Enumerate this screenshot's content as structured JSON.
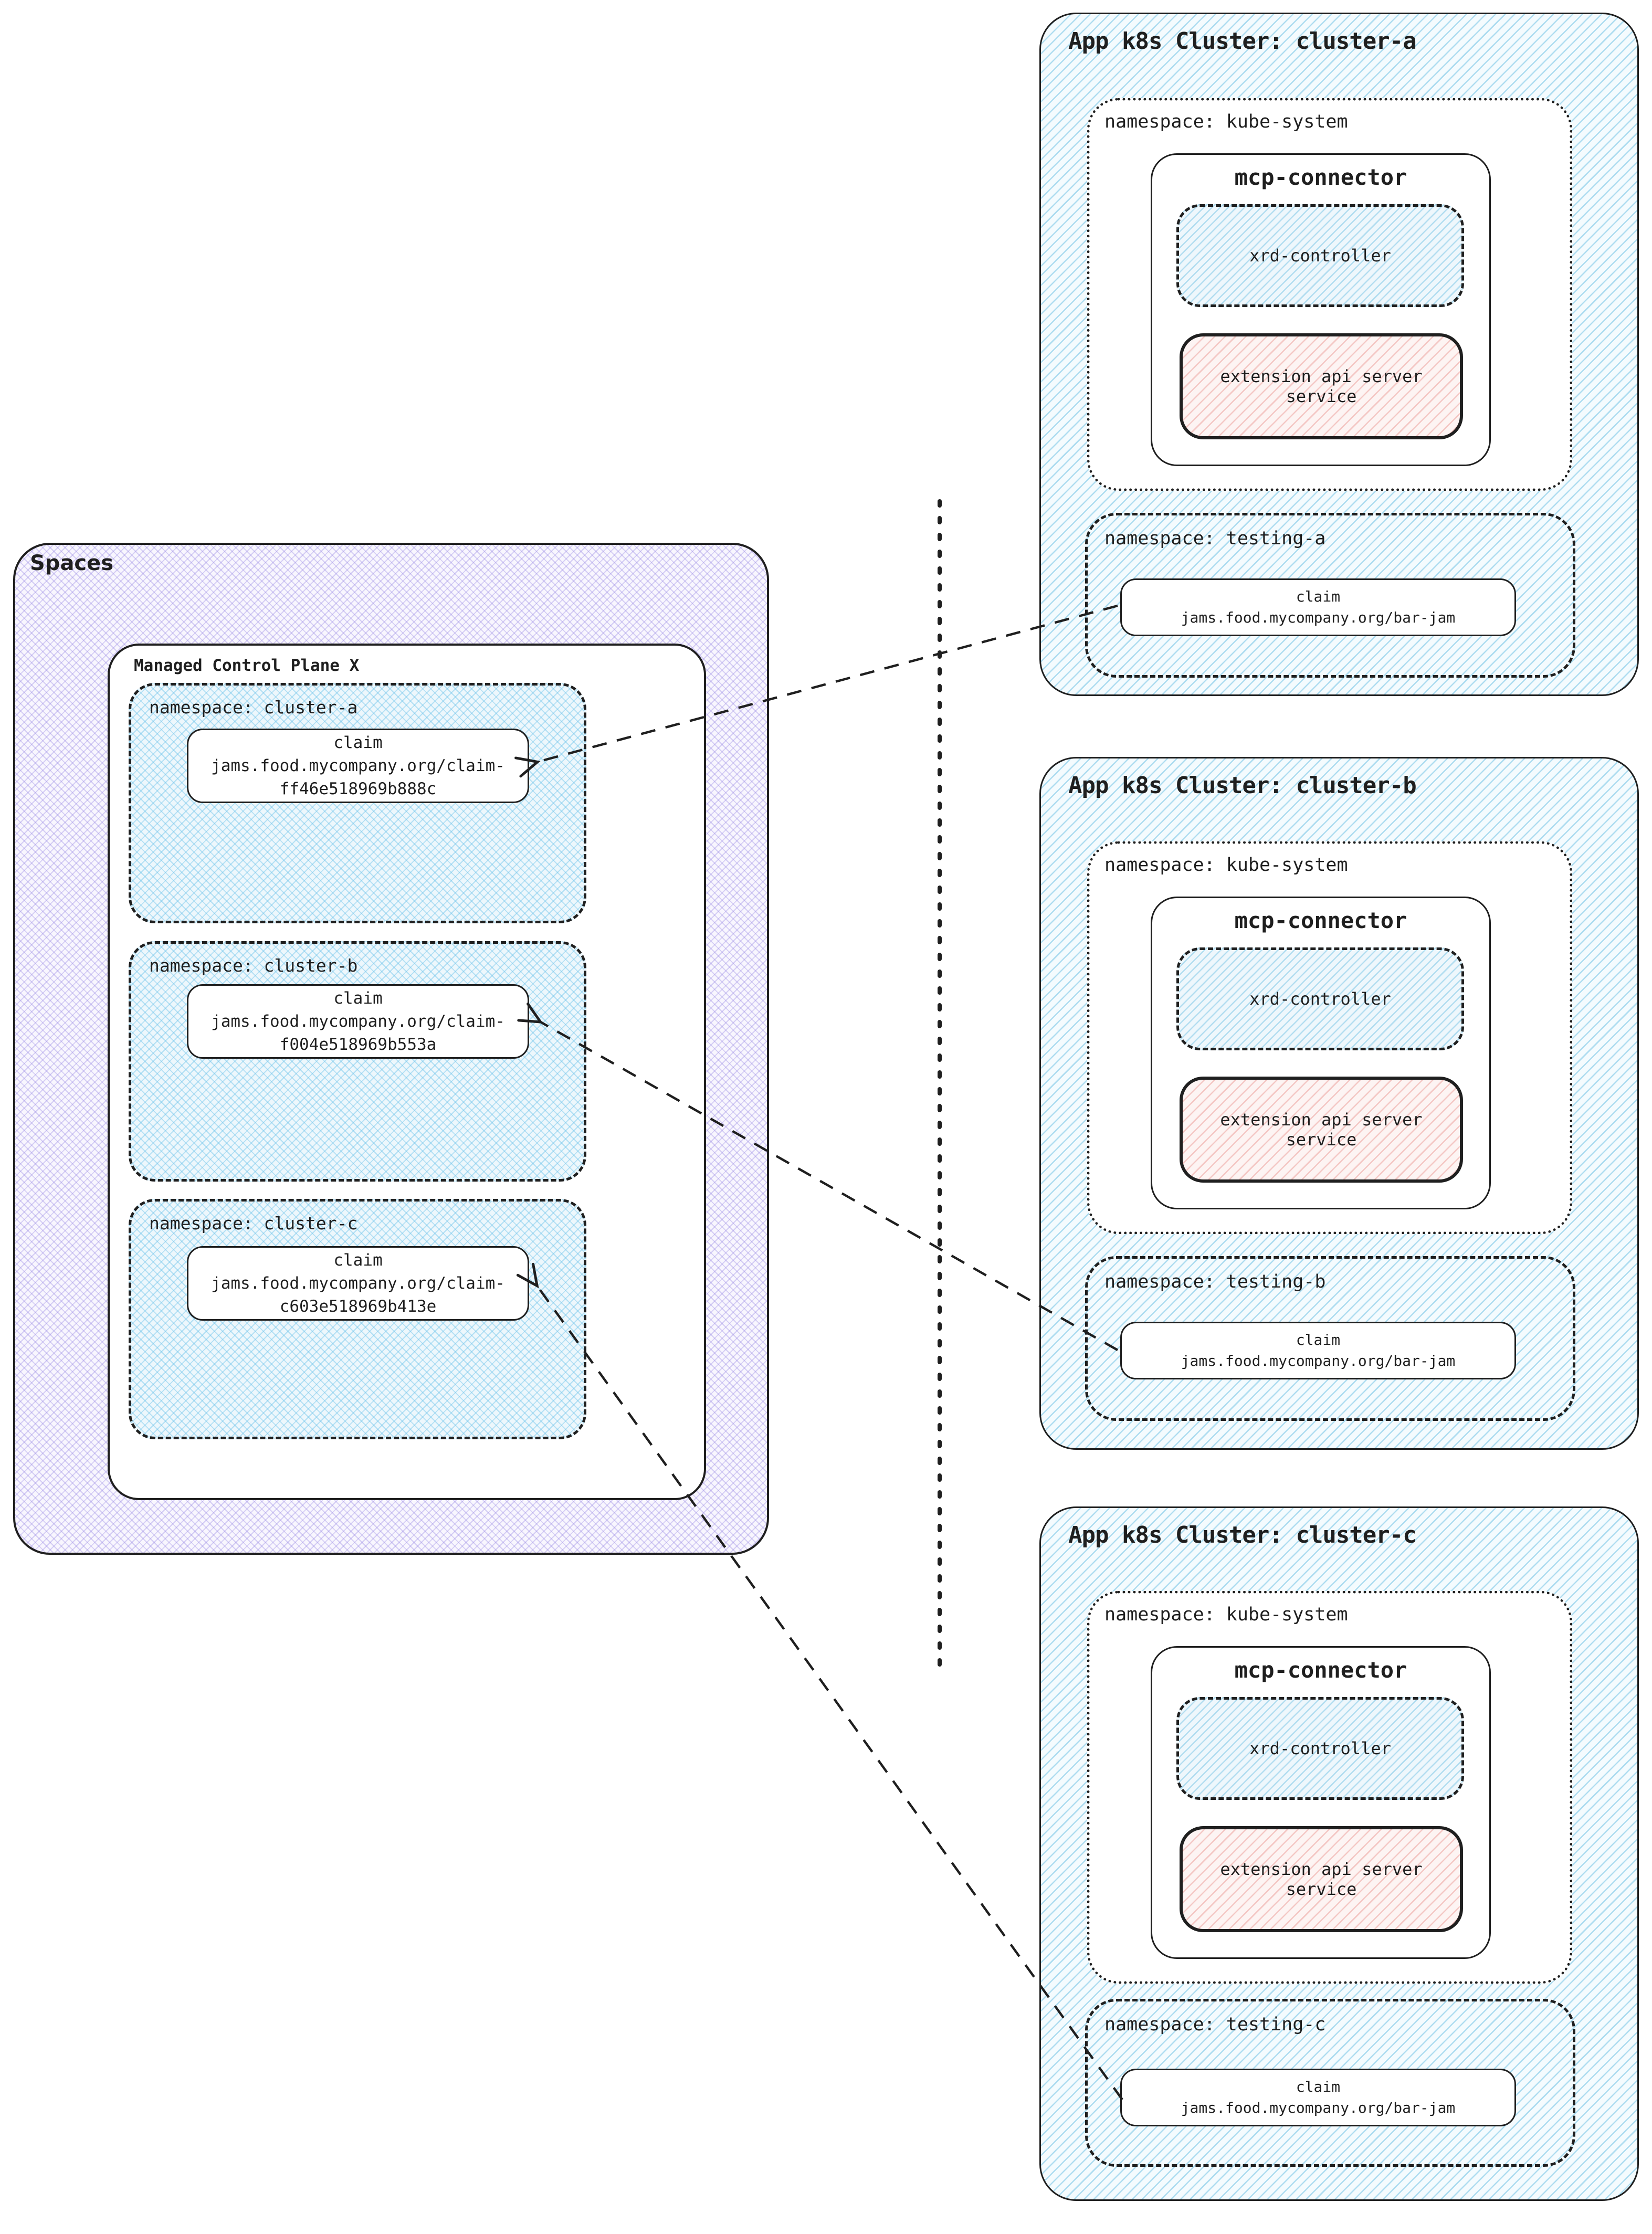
{
  "colors": {
    "ink": "#1f1f1f",
    "blue_hatch": "#56b6de",
    "purple_hatch": "#9484e2",
    "pink_hatch": "#e8908a",
    "box_fill": "#ffffff"
  },
  "spaces": {
    "label": "Spaces",
    "control_plane": {
      "label": "Managed Control Plane X",
      "namespaces": [
        {
          "label": "namespace: cluster-a",
          "claim": {
            "title": "claim",
            "line1": "jams.food.mycompany.org/claim-",
            "line2": "ff46e518969b888c"
          }
        },
        {
          "label": "namespace: cluster-b",
          "claim": {
            "title": "claim",
            "line1": "jams.food.mycompany.org/claim-",
            "line2": "f004e518969b553a"
          }
        },
        {
          "label": "namespace: cluster-c",
          "claim": {
            "title": "claim",
            "line1": "jams.food.mycompany.org/claim-",
            "line2": "c603e518969b413e"
          }
        }
      ]
    }
  },
  "clusters": [
    {
      "title": "App k8s Cluster: cluster-a",
      "kube_namespace": "namespace: kube-system",
      "connector": "mcp-connector",
      "controller": "xrd-controller",
      "extension_line1": "extension api server",
      "extension_line2": "service",
      "testing_namespace": "namespace: testing-a",
      "claim": {
        "title": "claim",
        "value": "jams.food.mycompany.org/bar-jam"
      }
    },
    {
      "title": "App k8s Cluster: cluster-b",
      "kube_namespace": "namespace: kube-system",
      "connector": "mcp-connector",
      "controller": "xrd-controller",
      "extension_line1": "extension api server",
      "extension_line2": "service",
      "testing_namespace": "namespace: testing-b",
      "claim": {
        "title": "claim",
        "value": "jams.food.mycompany.org/bar-jam"
      }
    },
    {
      "title": "App k8s Cluster: cluster-c",
      "kube_namespace": "namespace: kube-system",
      "connector": "mcp-connector",
      "controller": "xrd-controller",
      "extension_line1": "extension api server",
      "extension_line2": "service",
      "testing_namespace": "namespace: testing-c",
      "claim": {
        "title": "claim",
        "value": "jams.food.mycompany.org/bar-jam"
      }
    }
  ]
}
